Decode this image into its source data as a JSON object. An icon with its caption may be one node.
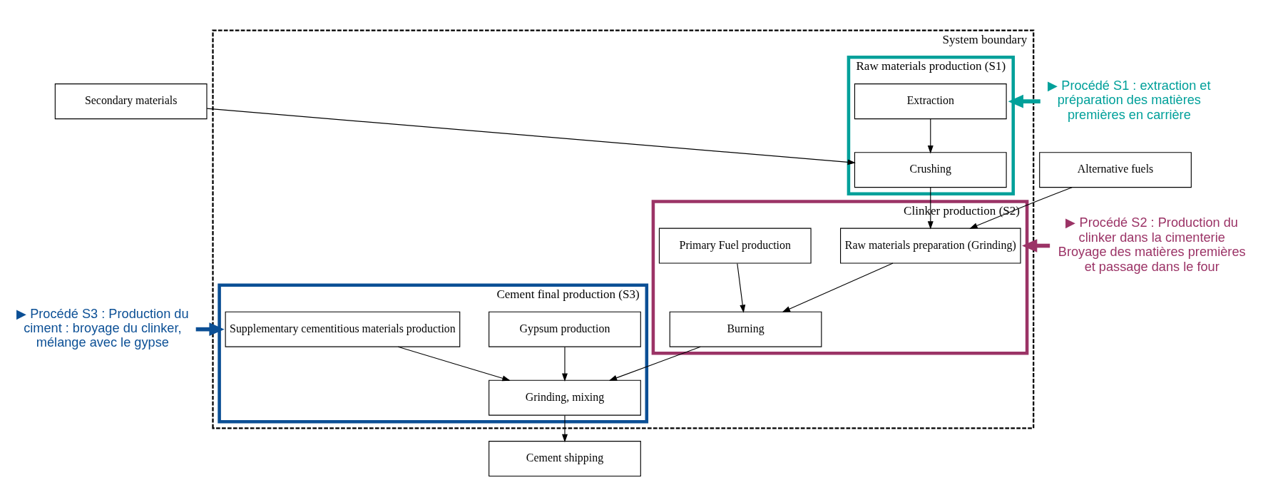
{
  "diagram": {
    "nodes": [
      {
        "text": [
          "System boundary"
        ]
      },
      {
        "text": [
          "Raw materials production (S1)"
        ],
        "in": 0
      },
      {
        "text": [
          "Extraction"
        ],
        "in": 1
      },
      {
        "text": [
          "Crushing"
        ],
        "in": 1
      },
      {
        "text": [
          "Secondary materials"
        ]
      },
      {
        "text": [
          "Clinker production (S2)"
        ],
        "in": 0
      },
      {
        "text": [
          "Raw materials preparation (Grinding)"
        ],
        "in": 5
      },
      {
        "text": [
          "Burning"
        ],
        "in": 5
      },
      {
        "text": [
          "Primary Fuel production"
        ],
        "in": 5
      },
      {
        "text": [
          "Alternative fuels"
        ]
      },
      {
        "text": [
          "Cement final production (S3)"
        ],
        "in": 0
      },
      {
        "text": [
          "Gypsum production"
        ],
        "in": 10
      },
      {
        "text": [
          "Supplementary cementitious materials production"
        ],
        "in": 10
      },
      {
        "text": [
          "Grinding, mixing"
        ],
        "in": 10
      },
      {
        "text": [
          "Cement shipping"
        ]
      },
      {
        "text": [
          "▶ Procédé S1 : extraction et préparation des matières premières en carrière"
        ]
      },
      {
        "text": [
          "▶ Procédé S2 : Production du clinker dans la cimenterie Broyage des matières premières et passage dans le four"
        ]
      },
      {
        "text": [
          "▶ Procédé S3 : Production du ciment : broyage du clinker, mélange avec le gypse"
        ]
      }
    ],
    "edges": [
      {
        "from": 2,
        "to": 3,
        "arrow": "to"
      },
      {
        "from": 4,
        "to": 3,
        "arrow": "to"
      },
      {
        "from": 3,
        "to": 6,
        "arrow": "to"
      },
      {
        "from": 9,
        "to": 6,
        "arrow": "to"
      },
      {
        "from": 6,
        "to": 7,
        "arrow": "to"
      },
      {
        "from": 8,
        "to": 7,
        "arrow": "to"
      },
      {
        "from": 7,
        "to": 13,
        "arrow": "to"
      },
      {
        "from": 11,
        "to": 13,
        "arrow": "to"
      },
      {
        "from": 12,
        "to": 13,
        "arrow": "to"
      },
      {
        "from": 13,
        "to": 14,
        "arrow": "to"
      },
      {
        "from": 15,
        "to": 1,
        "arrow": "to",
        "style": "thick",
        "color": "#00a09a"
      },
      {
        "from": 16,
        "to": 5,
        "arrow": "to",
        "style": "thick",
        "color": "#9b3366"
      },
      {
        "from": 17,
        "to": 10,
        "arrow": "to",
        "style": "thick",
        "color": "#0b4f95"
      }
    ]
  }
}
